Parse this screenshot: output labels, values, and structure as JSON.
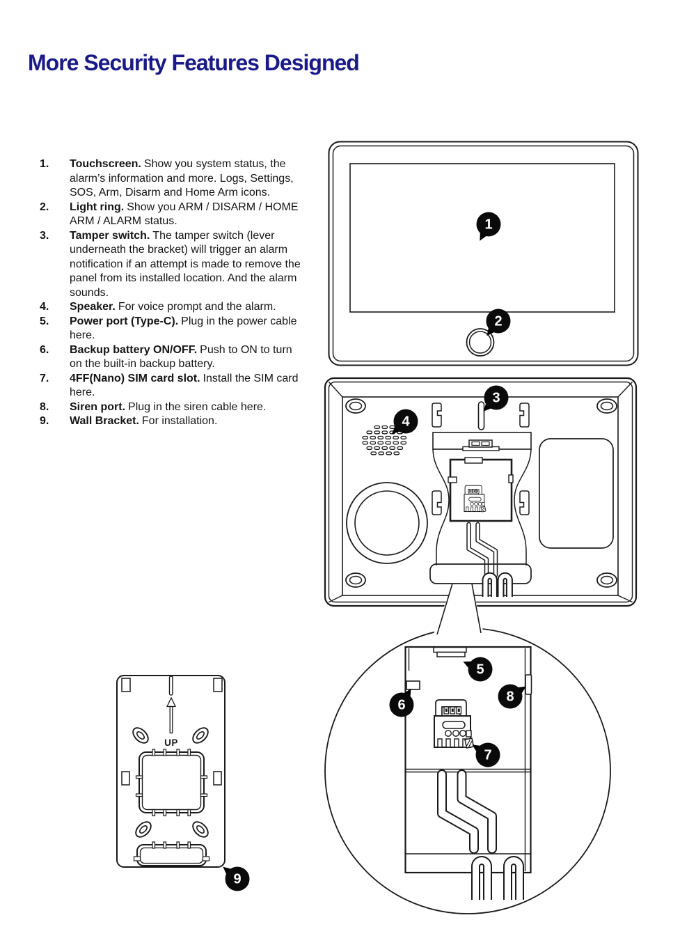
{
  "page": {
    "title": "More Security Features Designed"
  },
  "features": [
    {
      "num": "1.",
      "name": "Touchscreen.",
      "desc": "Show you system status, the alarm’s information and more. Logs, Settings, SOS, Arm, Disarm and Home Arm icons."
    },
    {
      "num": "2.",
      "name": "Light ring.",
      "desc": "Show you ARM / DISARM / HOME ARM / ALARM status."
    },
    {
      "num": "3.",
      "name": "Tamper switch.",
      "desc": "The tamper switch (lever underneath the bracket) will trigger an alarm notification if an attempt is made to remove the panel from its installed location. And the alarm sounds."
    },
    {
      "num": "4.",
      "name": "Speaker.",
      "desc": "For voice prompt and the alarm."
    },
    {
      "num": "5.",
      "name": "Power port (Type-C).",
      "desc": "Plug in the power cable here."
    },
    {
      "num": "6.",
      "name": "Backup battery ON/OFF.",
      "desc": "Push to ON to turn on the built-in backup battery."
    },
    {
      "num": "7.",
      "name": "4FF(Nano) SIM card slot.",
      "desc": "Install the SIM card here."
    },
    {
      "num": "8.",
      "name": "Siren port.",
      "desc": "Plug in the siren cable here."
    },
    {
      "num": "9.",
      "name": "Wall Bracket.",
      "desc": "For installation."
    }
  ],
  "markers": {
    "m1": "1",
    "m2": "2",
    "m3": "3",
    "m4": "4",
    "m5": "5",
    "m6": "6",
    "m7": "7",
    "m8": "8",
    "m9": "9"
  },
  "bracket": {
    "up_label": "UP"
  },
  "colors": {
    "title": "#1a1a87",
    "line": "#1a1a1a",
    "marker_bg": "#0a0a0a",
    "marker_text": "#ffffff"
  }
}
